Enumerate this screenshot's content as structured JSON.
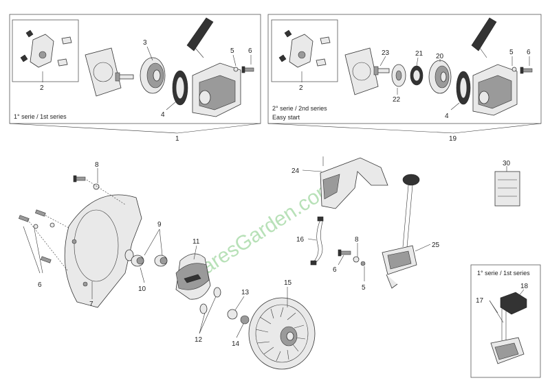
{
  "watermark": "SparesGarden.com",
  "kits": {
    "first": {
      "caption": "1° serie / 1st series",
      "number": "1"
    },
    "second": {
      "caption_line1": "2° serie / 2nd series",
      "caption_line2": "Easy start",
      "number": "19"
    },
    "ignition": {
      "caption": "1° serie / 1st series"
    }
  },
  "callouts": {
    "n1_2": "2",
    "n1_3": "3",
    "n1_4": "4",
    "n1_5": "5",
    "n1_6": "6",
    "n2_2": "2",
    "n2_23": "23",
    "n2_22": "22",
    "n2_21": "21",
    "n2_20": "20",
    "n2_4": "4",
    "n2_5": "5",
    "n2_6": "6",
    "n8a": "8",
    "n6a": "6",
    "n7": "7",
    "n9": "9",
    "n10": "10",
    "n11": "11",
    "n12": "12",
    "n13": "13",
    "n14": "14",
    "n15": "15",
    "n16": "16",
    "n6b": "6",
    "n8b": "8",
    "n5": "5",
    "n24": "24",
    "n25": "25",
    "n30": "30",
    "n17": "17",
    "n18": "18"
  }
}
